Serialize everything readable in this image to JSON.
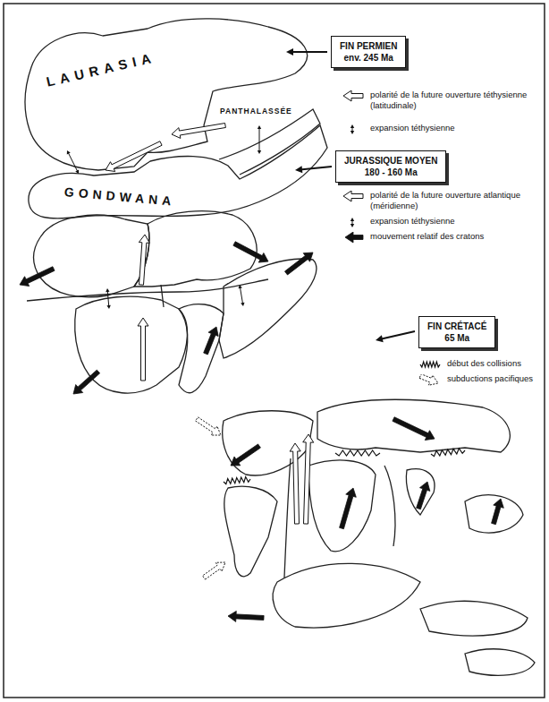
{
  "diagram": {
    "nodes": [
      {
        "text": [
          "FIN PERMIEN",
          "env. 245 Ma"
        ]
      },
      {
        "text": [
          "JURASSIQUE MOYEN",
          "180 - 160 Ma"
        ]
      },
      {
        "text": [
          "FIN CRÉTACÉ",
          "65 Ma"
        ]
      }
    ],
    "labels": [
      "LAURASIA",
      "PANTHALASSÉE",
      "GONDWANA"
    ],
    "legend": [
      {
        "text": "polarité de la future ouverture téthysienne (latitudinale)"
      },
      {
        "text": "expansion téthysienne"
      },
      {
        "text": "polarité de la future ouverture atlantique (méridienne)"
      },
      {
        "text": "expansion téthysienne"
      },
      {
        "text": "mouvement relatif des cratons"
      },
      {
        "text": "début des collisions"
      },
      {
        "text": "subductions pacifiques"
      }
    ]
  }
}
